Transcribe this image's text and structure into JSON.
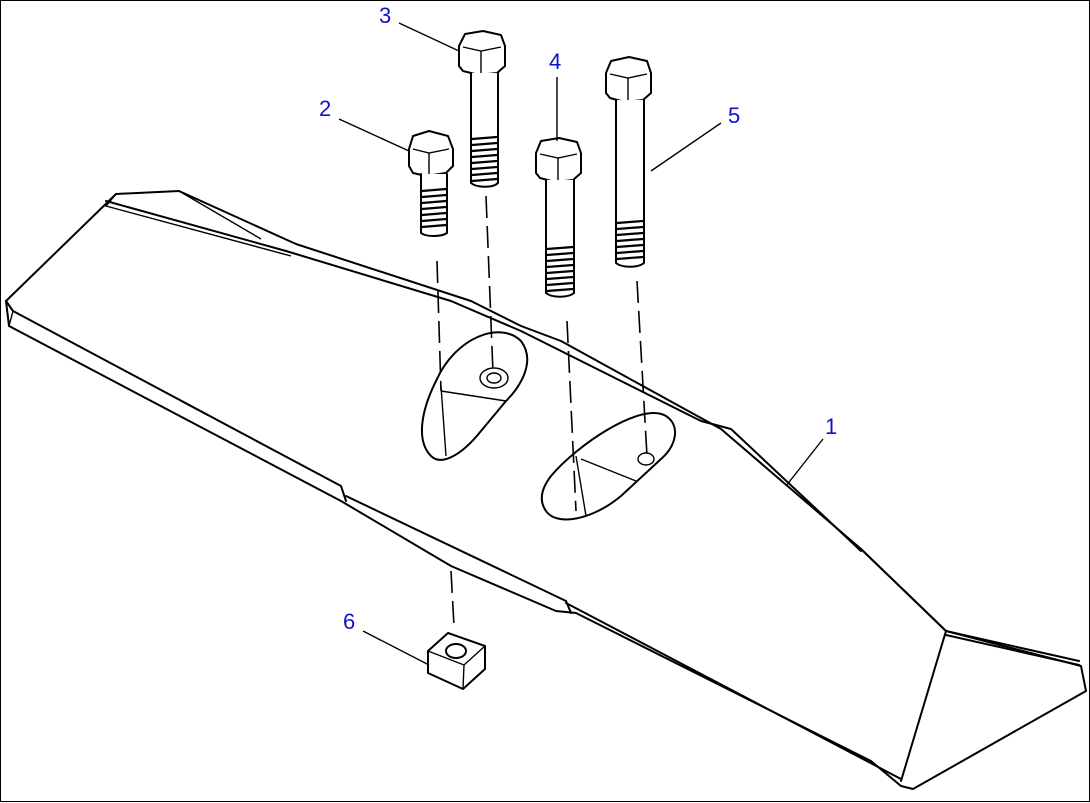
{
  "callouts": [
    {
      "id": "1",
      "label": "1"
    },
    {
      "id": "2",
      "label": "2"
    },
    {
      "id": "3",
      "label": "3"
    },
    {
      "id": "4",
      "label": "4"
    },
    {
      "id": "5",
      "label": "5"
    },
    {
      "id": "6",
      "label": "6"
    }
  ],
  "colors": {
    "callout": "#1010d0",
    "line": "#000000",
    "background": "#ffffff"
  },
  "parts": {
    "1": "cutting-edge-segment",
    "2": "short-bolt",
    "3": "bolt",
    "4": "bolt",
    "5": "long-bolt",
    "6": "square-nut"
  }
}
